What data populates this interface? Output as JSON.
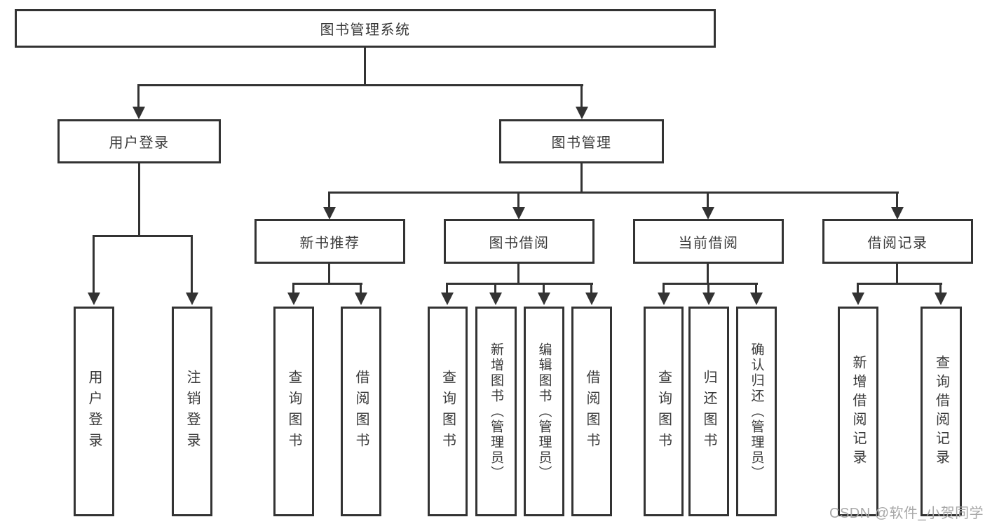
{
  "diagram": {
    "type": "hierarchy-tree",
    "colors": {
      "line": "#333333",
      "text": "#3a3a3a",
      "background": "#ffffff",
      "watermark": "#a8a8a8"
    }
  },
  "tree": {
    "root": {
      "label": "图书管理系统"
    },
    "branches": [
      {
        "label": "用户登录",
        "children": [
          {
            "label": "用户登录"
          },
          {
            "label": "注销登录"
          }
        ]
      },
      {
        "label": "图书管理",
        "children": [
          {
            "label": "新书推荐",
            "children": [
              {
                "label": "查询图书"
              },
              {
                "label": "借阅图书"
              }
            ]
          },
          {
            "label": "图书借阅",
            "children": [
              {
                "label": "查询图书"
              },
              {
                "label": "新增图书（管理员）"
              },
              {
                "label": "编辑图书（管理员）"
              },
              {
                "label": "借阅图书"
              }
            ]
          },
          {
            "label": "当前借阅",
            "children": [
              {
                "label": "查询图书"
              },
              {
                "label": "归还图书"
              },
              {
                "label": "确认归还（管理员）"
              }
            ]
          },
          {
            "label": "借阅记录",
            "children": [
              {
                "label": "新增借阅记录"
              },
              {
                "label": "查询借阅记录"
              }
            ]
          }
        ]
      }
    ]
  },
  "watermark": {
    "text": "CSDN @软件_小贺同学"
  }
}
